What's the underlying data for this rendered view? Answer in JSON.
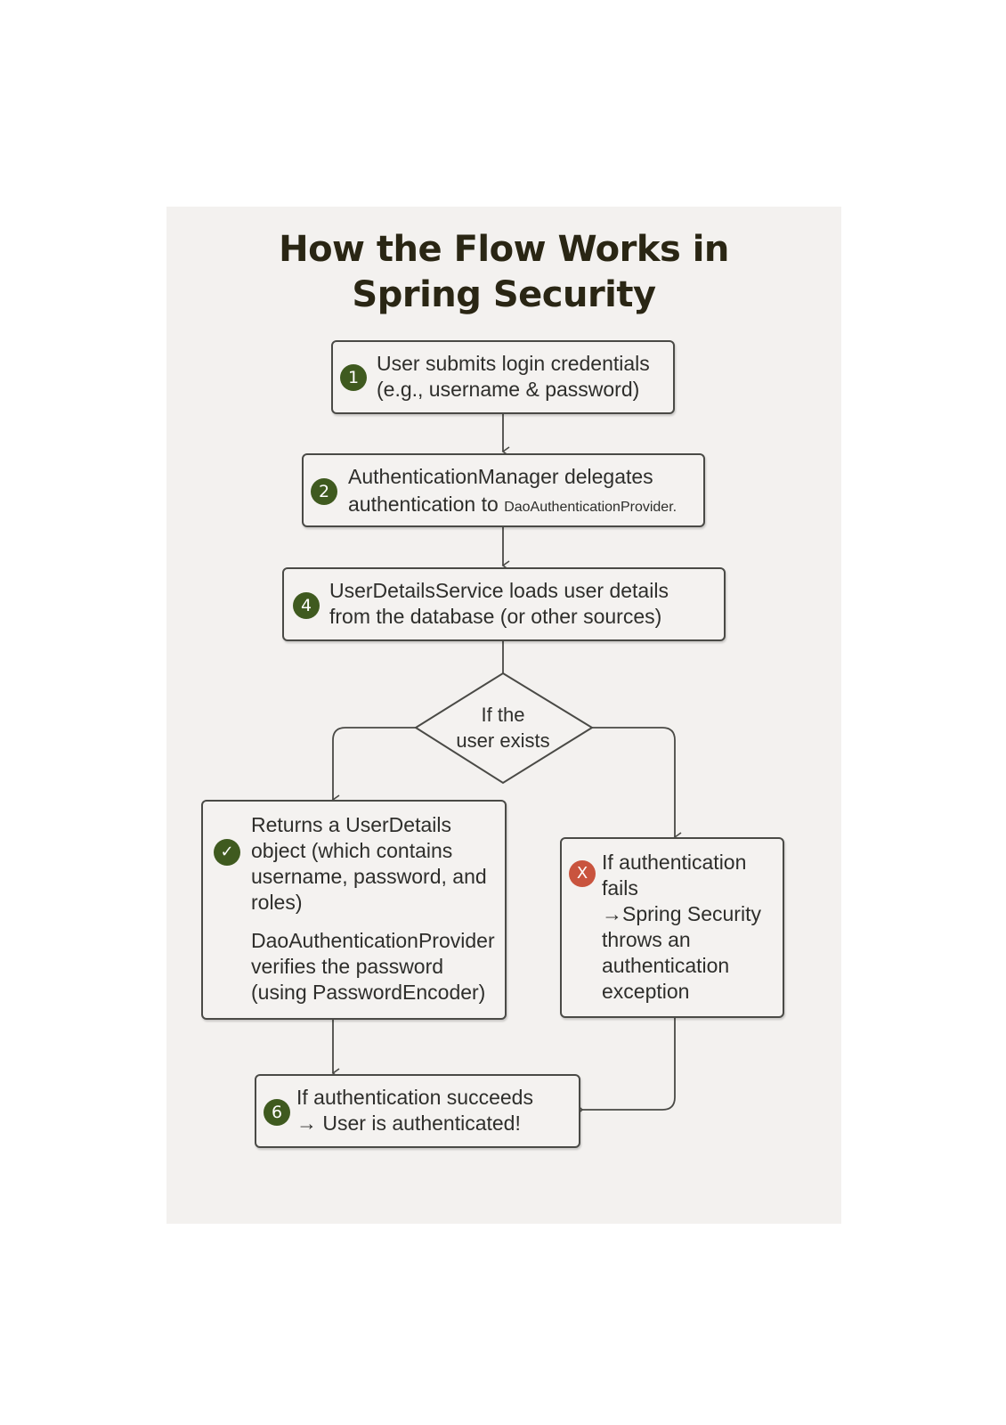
{
  "title": {
    "line1": "How the Flow Works in",
    "line2": "Spring Security"
  },
  "steps": {
    "step1": {
      "badge": "1",
      "line1": "User submits login credentials",
      "line2": "(e.g., username & password)"
    },
    "step2": {
      "badge": "2",
      "line1": "AuthenticationManager delegates",
      "line2_main": "authentication to ",
      "line2_small": "DaoAuthenticationProvider."
    },
    "step4": {
      "badge": "4",
      "line1": "UserDetailsService loads user details",
      "line2": "from the database (or other sources)"
    },
    "decision": {
      "line1": "If the",
      "line2": "user exists"
    },
    "success_branch": {
      "badge": "✓",
      "lines": [
        "Returns a UserDetails",
        "object (which contains",
        "username, password, and",
        "roles)"
      ],
      "verify_lines": [
        "DaoAuthenticationProvider",
        "verifies the password",
        "(using PasswordEncoder)"
      ]
    },
    "failure_branch": {
      "badge": "X",
      "lines": [
        "If authentication",
        "fails",
        "→Spring Security",
        "throws an",
        "authentication",
        "exception"
      ]
    },
    "step6": {
      "badge": "6",
      "line1": "If authentication succeeds",
      "line2": "→ User is authenticated!"
    }
  },
  "colors": {
    "green_badge": "#3f5a1f",
    "red_badge": "#c9543e",
    "panel": "#f3f1ef",
    "border": "#4a4a46"
  }
}
